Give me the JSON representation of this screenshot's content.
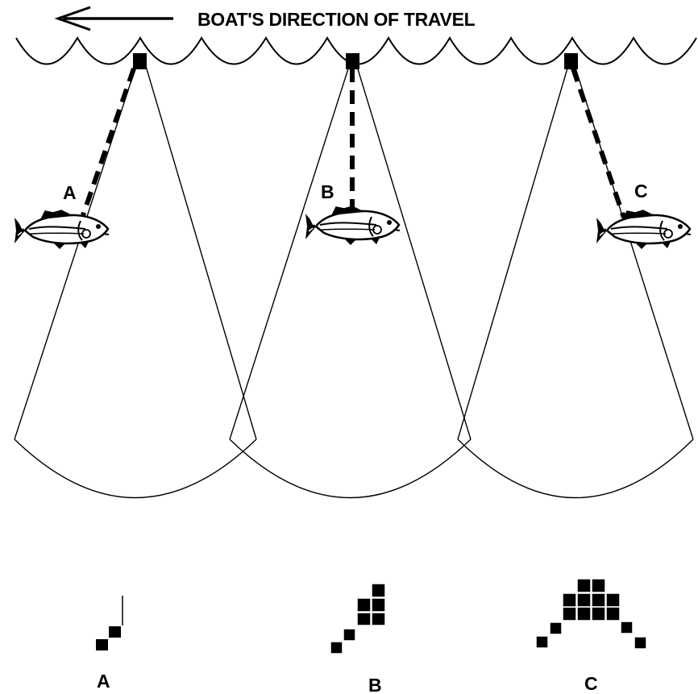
{
  "header": {
    "direction_label": "BOAT'S DIRECTION OF TRAVEL",
    "arrow_direction": "left"
  },
  "scenes": [
    {
      "id": "a",
      "fish_label": "A",
      "display_label": "A"
    },
    {
      "id": "b",
      "fish_label": "B",
      "display_label": "B"
    },
    {
      "id": "c",
      "fish_label": "C",
      "display_label": "C"
    }
  ],
  "colors": {
    "ink": "#000000",
    "fish_body": "#ffffff",
    "water": "#ffffff"
  }
}
